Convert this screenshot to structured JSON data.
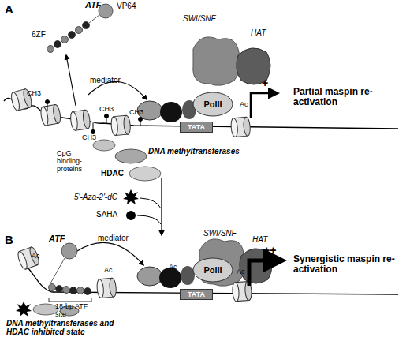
{
  "diagram": {
    "nodes": [
      {
        "text": [
          "PolII"
        ]
      },
      {
        "text": [
          "TATA"
        ]
      },
      {
        "text": [
          "PolII"
        ]
      },
      {
        "text": [
          "TATA"
        ]
      }
    ],
    "labels": [
      "A",
      "ATF",
      "VP64",
      "SWI/SNF",
      "HAT",
      "6ZF",
      "mediator",
      "+",
      "Partial maspin re-activation",
      "CH3",
      "CH3",
      "CH3",
      "Ac",
      "CH3",
      "CpG binding-proteins",
      "DNA methyltransferases",
      "HDAC",
      "5'-Aza-2'-dC",
      "SAHA",
      "B",
      "ATF",
      "mediator",
      "SWI/SNF",
      "HAT",
      "++",
      "Synergistic maspin re-activation",
      "Ac",
      "Ac",
      "Ac",
      "Ac",
      "18-bp ATF site",
      "DNA methyltransferases and HDAC inhibited state"
    ]
  }
}
